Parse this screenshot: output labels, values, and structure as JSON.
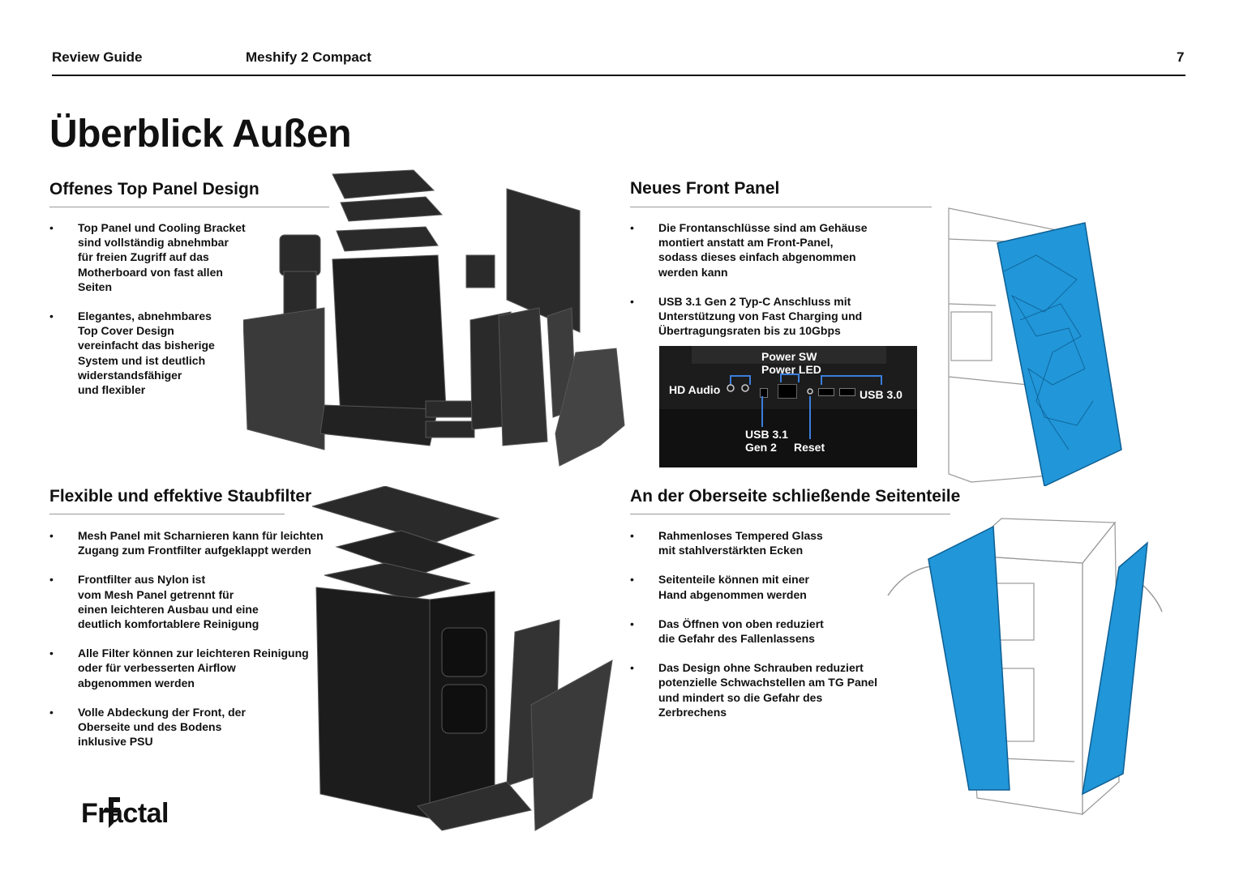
{
  "header": {
    "left": "Review Guide",
    "center": "Meshify 2 Compact",
    "page_number": "7"
  },
  "title": "Überblick Außen",
  "sections": [
    {
      "heading": "Offenes Top Panel Design",
      "bullets": [
        "Top Panel und Cooling Bracket\nsind vollständig abnehmbar\nfür freien Zugriff auf das\nMotherboard von fast allen\nSeiten",
        "Elegantes, abnehmbares\nTop Cover Design\nvereinfacht das bisherige\nSystem und ist deutlich\nwiderstandsfähiger\nund flexibler"
      ]
    },
    {
      "heading": "Neues Front Panel",
      "bullets": [
        "Die Frontanschlüsse sind am  Gehäuse\nmontiert anstatt am Front-Panel,\nsodass dieses einfach abgenommen\nwerden kann",
        "USB 3.1 Gen 2 Typ-C Anschluss mit\nUnterstützung von Fast Charging und\nÜbertragungsraten bis zu 10Gbps"
      ]
    },
    {
      "heading": "Flexible und effektive Staubfilter",
      "bullets": [
        "Mesh Panel mit Scharnieren kann für leichten\nZugang zum Frontfilter aufgeklappt werden",
        "Frontfilter aus Nylon ist\nvom Mesh Panel getrennt für\neinen leichteren Ausbau und eine\ndeutlich komfortablere Reinigung",
        "Alle Filter können zur leichteren Reinigung\noder für verbesserten Airflow\nabgenommen werden",
        "Volle Abdeckung der Front, der\nOberseite und des Bodens\ninklusive PSU"
      ]
    },
    {
      "heading": "An der Oberseite schließende Seitenteile",
      "bullets": [
        "Rahmenloses Tempered Glass\nmit stahlverstärkten Ecken",
        "Seitenteile können mit einer\nHand abgenommen werden",
        "Das Öffnen von oben reduziert\ndie Gefahr des Fallenlassens",
        "Das Design ohne Schrauben reduziert\npotenzielle Schwachstellen am TG Panel\nund mindert so die Gefahr des\nZerbrechens"
      ]
    }
  ],
  "port_labels": {
    "hd_audio": "HD Audio",
    "power": "Power SW\nPower LED",
    "usb30": "USB 3.0",
    "usb31": "USB 3.1\nGen 2",
    "reset": "Reset"
  },
  "brand": "Fractal",
  "colors": {
    "accent_blue": "#2196d8",
    "text": "#111111"
  }
}
